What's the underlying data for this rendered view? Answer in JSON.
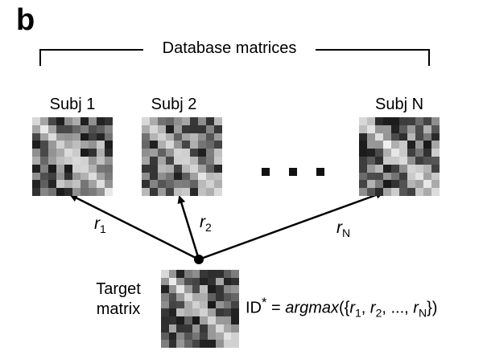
{
  "panel_letter": "b",
  "bracket_label": "Database matrices",
  "subjects": [
    {
      "label": "Subj 1",
      "seed": 11
    },
    {
      "label": "Subj 2",
      "seed": 23
    },
    {
      "label": "Subj N",
      "seed": 37
    }
  ],
  "r_labels": [
    {
      "var": "r",
      "sub": "1"
    },
    {
      "var": "r",
      "sub": "2"
    },
    {
      "var": "r",
      "sub": "N"
    }
  ],
  "target": {
    "label_line1": "Target",
    "label_line2": "matrix",
    "seed": 53
  },
  "formula": {
    "lhs": "ID",
    "star": "*",
    "eq": " = ",
    "func": "argmax",
    "open": "({",
    "r": "r",
    "s1": "1",
    "s2": "2",
    "ellipsis": ", ..., ",
    "sN": "N",
    "close": "})"
  }
}
